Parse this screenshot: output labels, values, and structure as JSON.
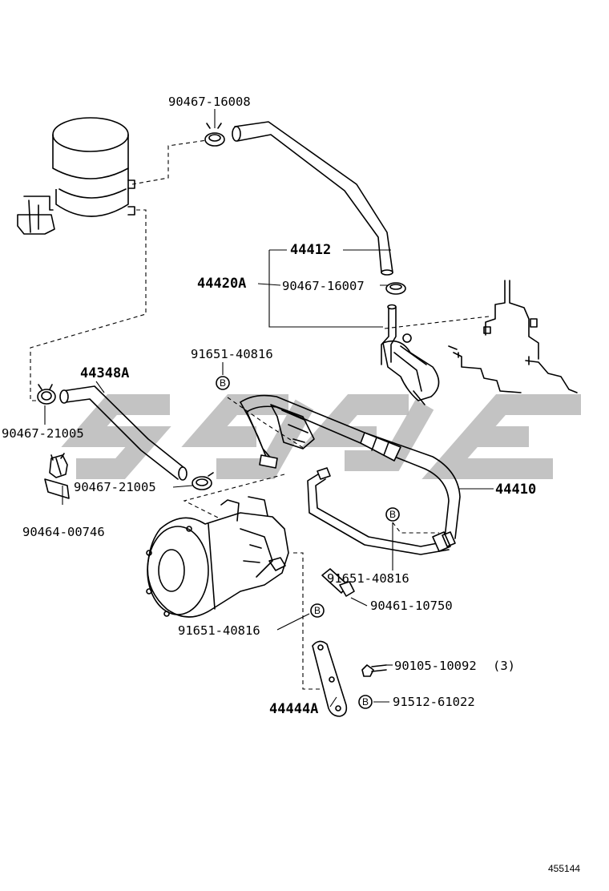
{
  "diagram": {
    "parts": {
      "hose_clamp_top": "90467-16008",
      "return_hose": "44412",
      "hose_assy_group": "44420A",
      "hose_clamp_mid": "90467-16007",
      "bolt_upper": "91651-40816",
      "suction_hose": "44348A",
      "clamp_left": "90467-21005",
      "clamp_lower": "90467-21005",
      "clip": "90464-00746",
      "pressure_hose": "44410",
      "bolt_right": "91651-40816",
      "union_bolt": "90461-10750",
      "bolt_pump": "91651-40816",
      "bolt_bracket": "90105-10092",
      "bolt_bracket_qty": "(3)",
      "bracket": "44444A",
      "washer": "91512-61022"
    },
    "ref_number": "455144"
  }
}
